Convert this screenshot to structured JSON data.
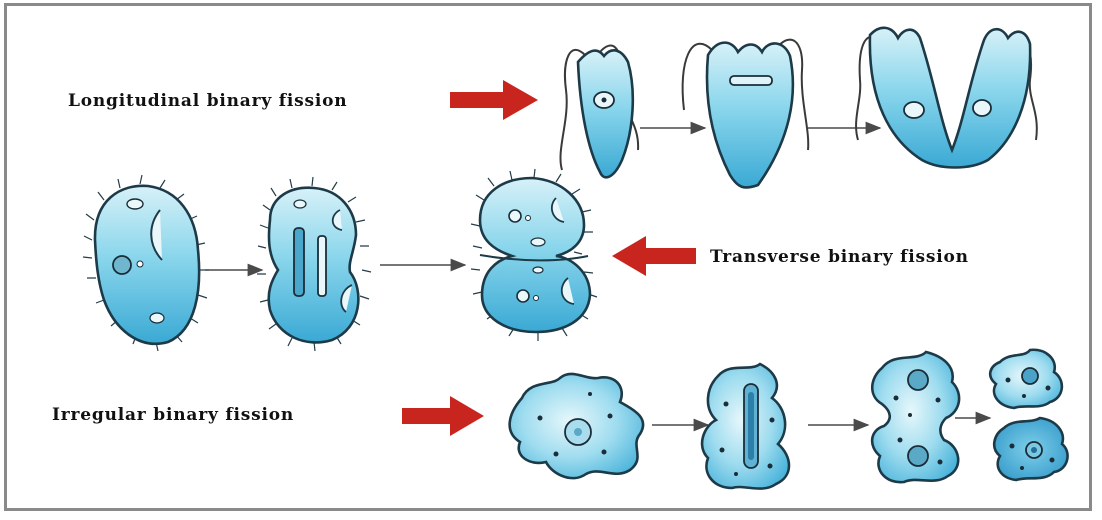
{
  "labels": {
    "longitudinal": "Longitudinal binary fission",
    "transverse": "Transverse binary fission",
    "irregular": "Irregular binary fission"
  },
  "colors": {
    "cell_light": "#bfe8f3",
    "cell_mid": "#6fcbe6",
    "cell_dark": "#35a7d2",
    "red_arrow": "#c8251f",
    "border": "#8a8a8a"
  },
  "icons": [
    "red-arrow-icon",
    "euglena-cell-icon",
    "paramecium-cell-icon",
    "amoeba-cell-icon"
  ]
}
